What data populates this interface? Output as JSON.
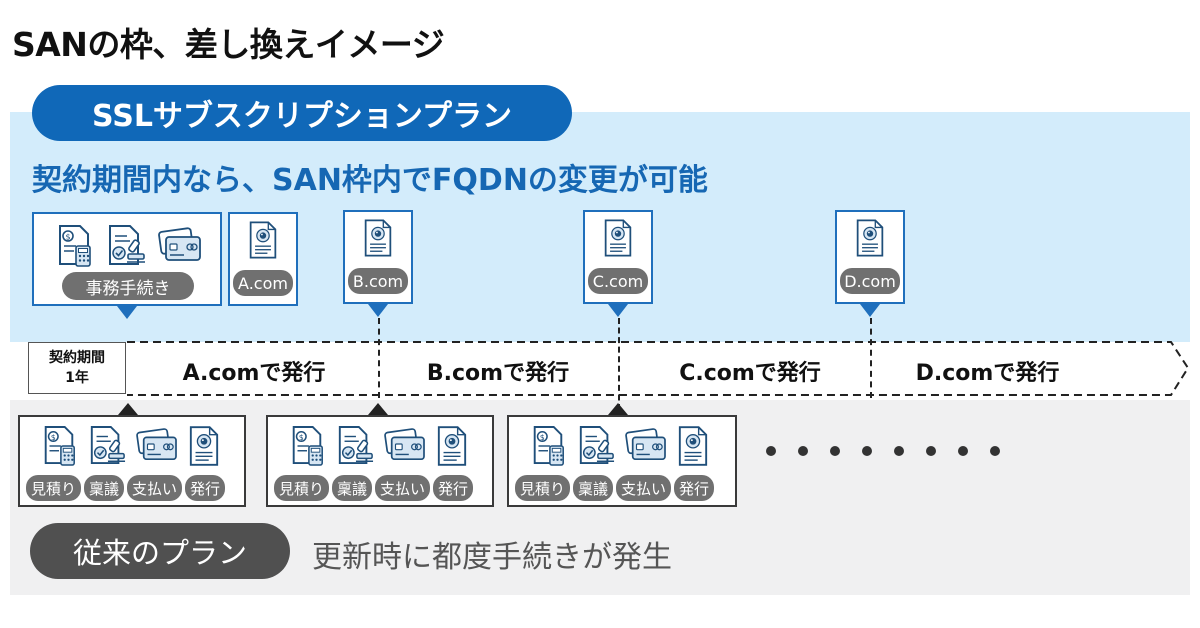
{
  "title": "SANの枠、差し換えイメージ",
  "ssl_plan": {
    "label": "SSLサブスクリプションプラン",
    "description": "契約期間内なら、SAN枠内でFQDNの変更が可能",
    "admin_label": "事務手続き",
    "domains": [
      "A.com",
      "B.com",
      "C.com",
      "D.com"
    ]
  },
  "timeline": {
    "period_label_line1": "契約期間",
    "period_label_line2": "1年",
    "segments": [
      "A.comで発行",
      "B.comで発行",
      "C.comで発行",
      "D.comで発行"
    ]
  },
  "traditional_plan": {
    "label": "従来のプラン",
    "description": "更新時に都度手続きが発生",
    "steps": [
      "見積り",
      "稟議",
      "支払い",
      "発行"
    ],
    "cycles": 3
  },
  "colors": {
    "accent_blue": "#1068b8",
    "ssl_band": "#d3ecfb",
    "traditional_band": "#f0f0f1",
    "chip_gray": "#707070"
  },
  "icons": [
    "invoice-calculator-icon",
    "approval-stamp-icon",
    "credit-card-icon",
    "certificate-icon"
  ]
}
